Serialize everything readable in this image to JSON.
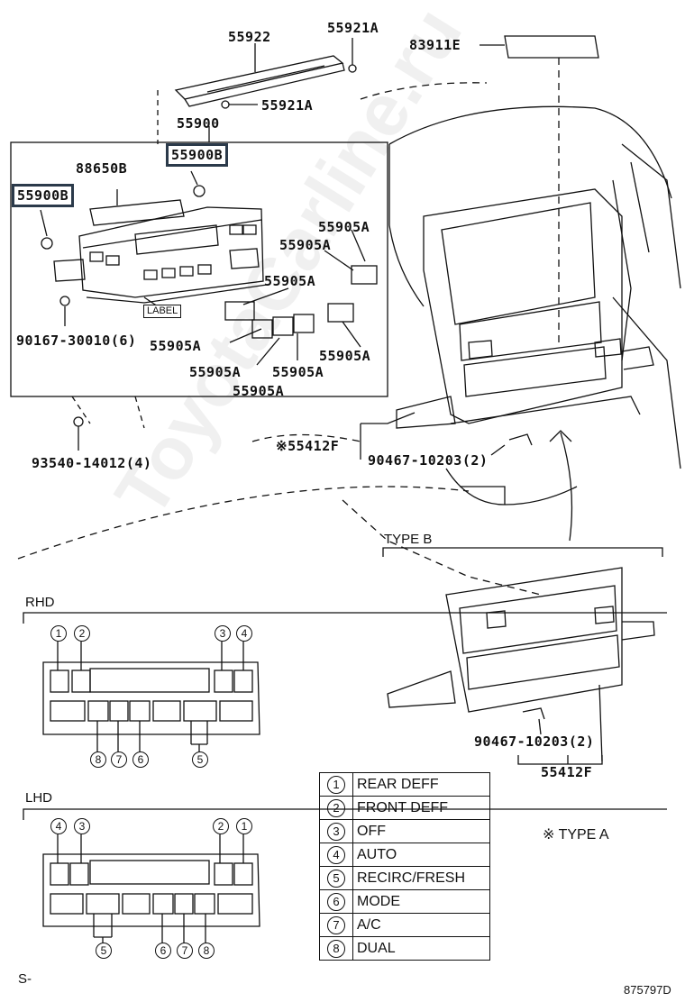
{
  "diagram": {
    "parts": {
      "p55922": "55922",
      "p55921a_top": "55921A",
      "p83911e": "83911E",
      "p55921a_mid": "55921A",
      "p55900": "55900",
      "p55900b_right": "55900B",
      "p88650b": "88650B",
      "p55900b_left": "55900B",
      "p55905a_1": "55905A",
      "p55905a_2": "55905A",
      "p55905a_3": "55905A",
      "label_tag": "LABEL",
      "p90167": "90167-30010(6)",
      "p55905a_4": "55905A",
      "p55905a_5": "55905A",
      "p55905a_6": "55905A",
      "p55905a_7": "55905A",
      "p55905a_8": "55905A",
      "p93540": "93540-14012(4)",
      "p55412f_a": "※55412F",
      "p90467_a": "90467-10203(2)",
      "type_b": "TYPE B",
      "p90467_b": "90467-10203(2)",
      "p55412f_b": "55412F"
    },
    "rhd": {
      "heading": "RHD",
      "top_callouts": [
        "1",
        "2",
        "3",
        "4"
      ],
      "bottom_callouts": [
        "8",
        "7",
        "6",
        "5"
      ]
    },
    "lhd": {
      "heading": "LHD",
      "top_callouts": [
        "4",
        "3",
        "2",
        "1"
      ],
      "bottom_callouts": [
        "5",
        "6",
        "7",
        "8"
      ]
    },
    "legend": [
      {
        "num": "1",
        "label": "REAR DEFF"
      },
      {
        "num": "2",
        "label": "FRONT DEFF"
      },
      {
        "num": "3",
        "label": "OFF"
      },
      {
        "num": "4",
        "label": "AUTO"
      },
      {
        "num": "5",
        "label": "RECIRC/FRESH"
      },
      {
        "num": "6",
        "label": "MODE"
      },
      {
        "num": "7",
        "label": "A/C"
      },
      {
        "num": "8",
        "label": "DUAL"
      }
    ],
    "type_a_note": "※ TYPE A",
    "footer_left": "S-",
    "footer_right": "875797D",
    "watermark": "ToyotaCarline.ru"
  }
}
